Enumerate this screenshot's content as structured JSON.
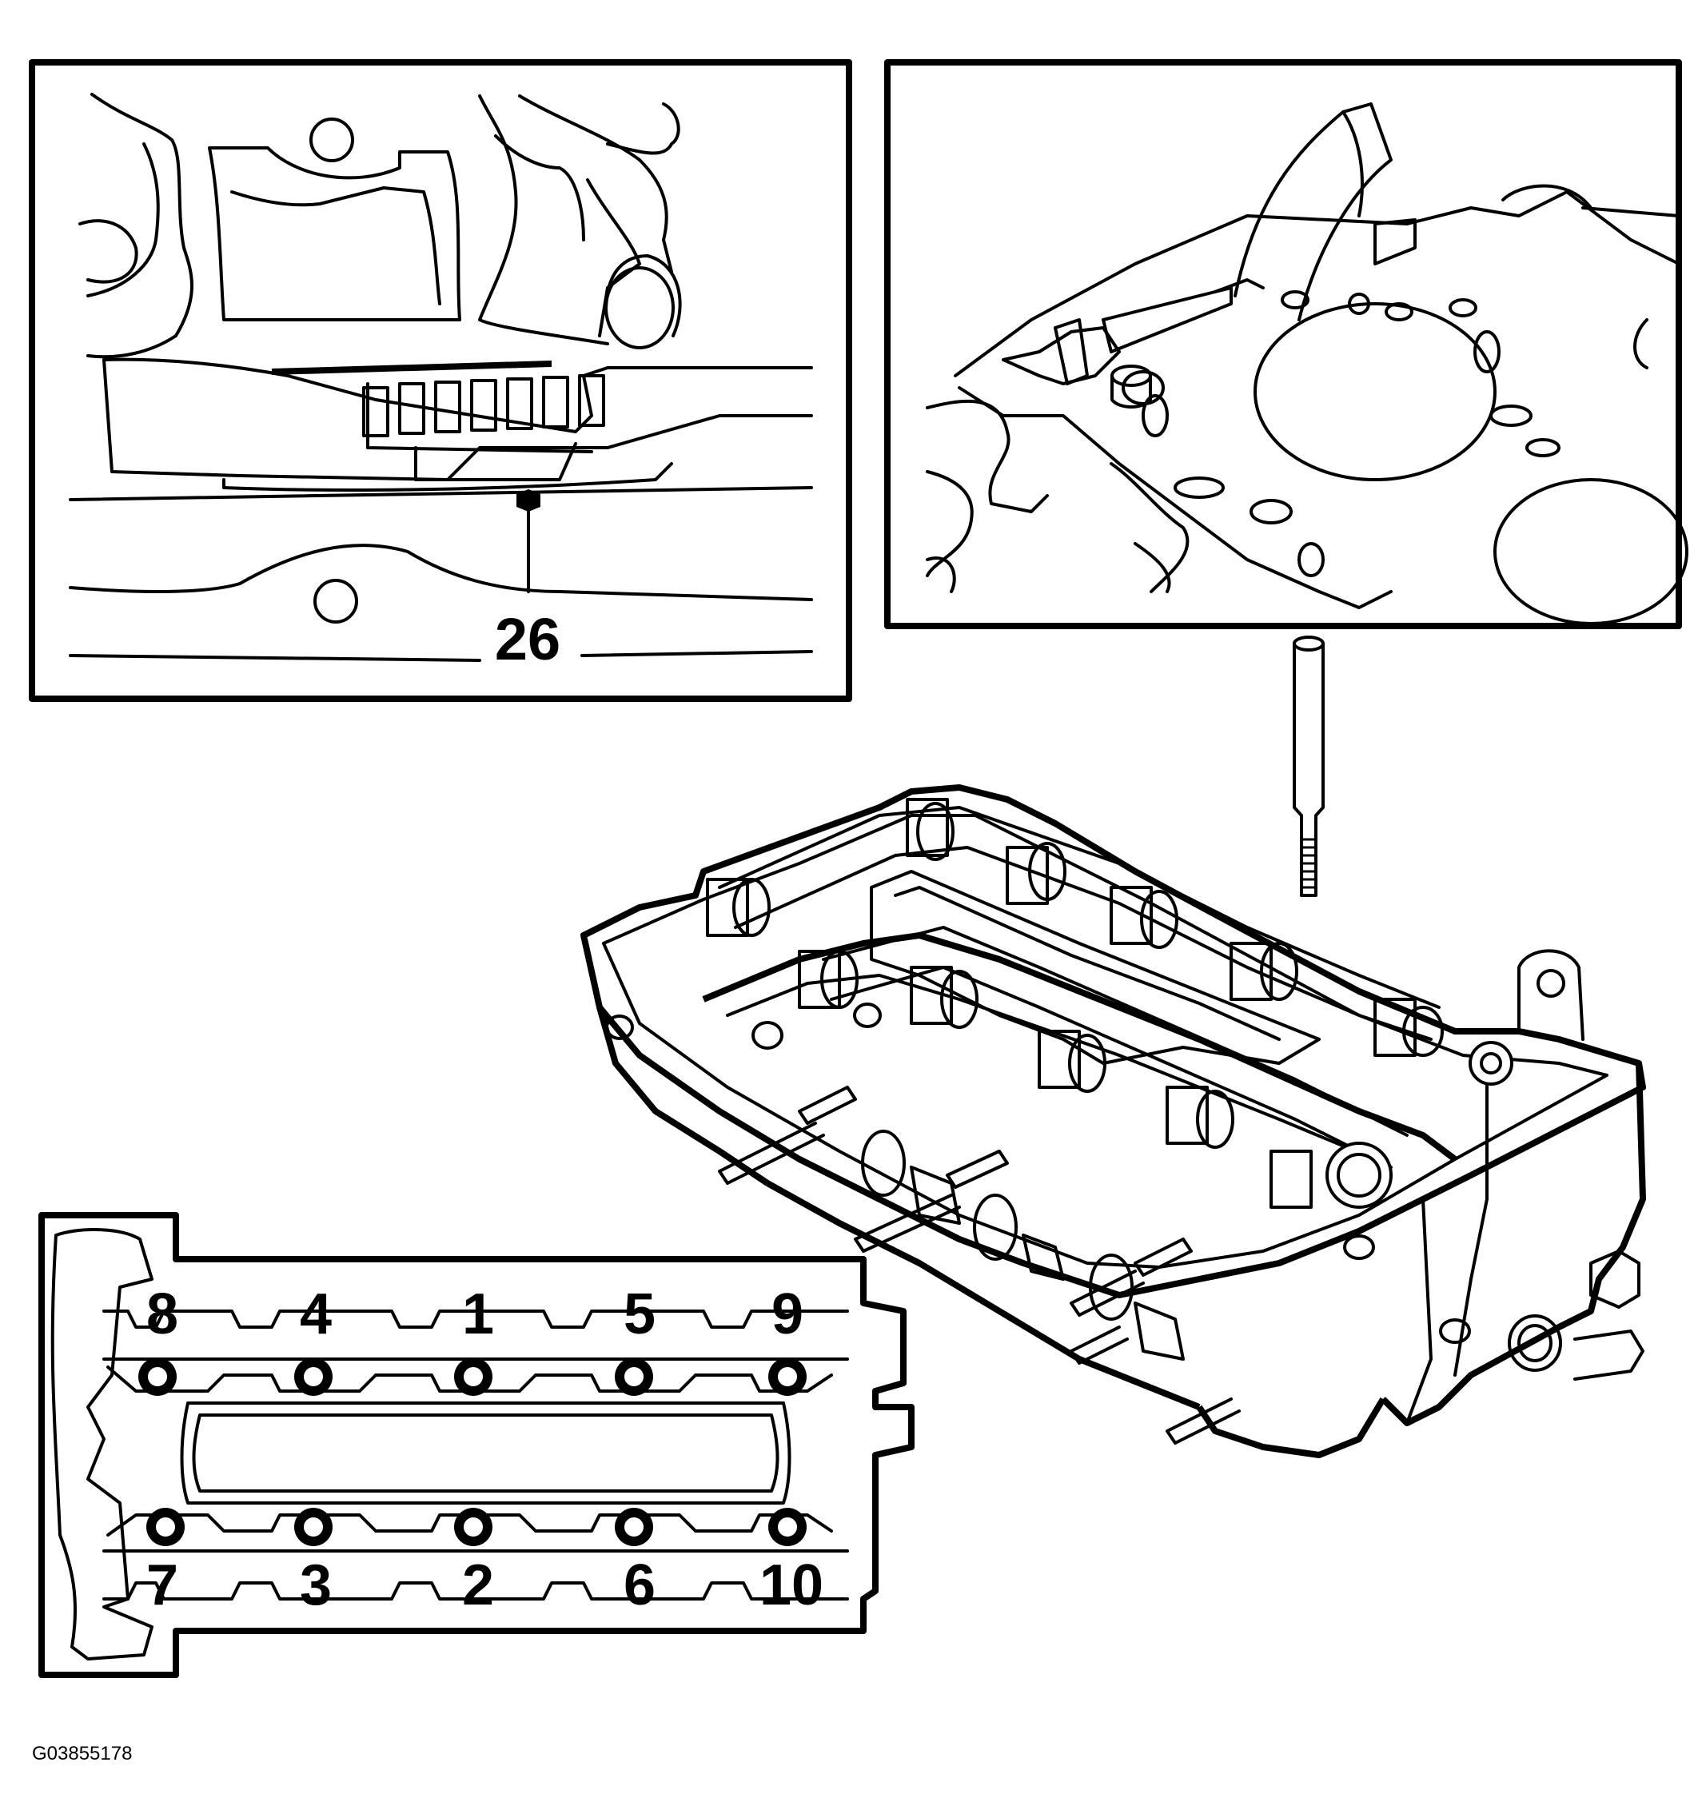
{
  "callout_label": "26",
  "figure_code": "G03855178",
  "tightening_sequence": {
    "top_row": [
      "8",
      "4",
      "1",
      "5",
      "9"
    ],
    "bottom_row": [
      "7",
      "3",
      "2",
      "6",
      "10"
    ]
  }
}
